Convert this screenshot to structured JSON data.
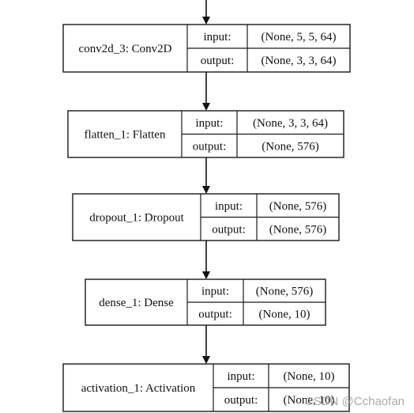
{
  "nodes": [
    {
      "name": "conv2d_3: Conv2D",
      "input_label": "input:",
      "output_label": "output:",
      "input_shape": "(None, 5, 5, 64)",
      "output_shape": "(None, 3, 3, 64)"
    },
    {
      "name": "flatten_1: Flatten",
      "input_label": "input:",
      "output_label": "output:",
      "input_shape": "(None, 3, 3, 64)",
      "output_shape": "(None, 576)"
    },
    {
      "name": "dropout_1: Dropout",
      "input_label": "input:",
      "output_label": "output:",
      "input_shape": "(None, 576)",
      "output_shape": "(None, 576)"
    },
    {
      "name": "dense_1: Dense",
      "input_label": "input:",
      "output_label": "output:",
      "input_shape": "(None, 576)",
      "output_shape": "(None, 10)"
    },
    {
      "name": "activation_1: Activation",
      "input_label": "input:",
      "output_label": "output:",
      "input_shape": "(None, 10)",
      "output_shape": "(None, 10)"
    }
  ],
  "watermark": "CSDN @Cchaofan",
  "colors": {
    "stroke": "#1a1a1a",
    "text": "#111111",
    "background": "#ffffff"
  }
}
